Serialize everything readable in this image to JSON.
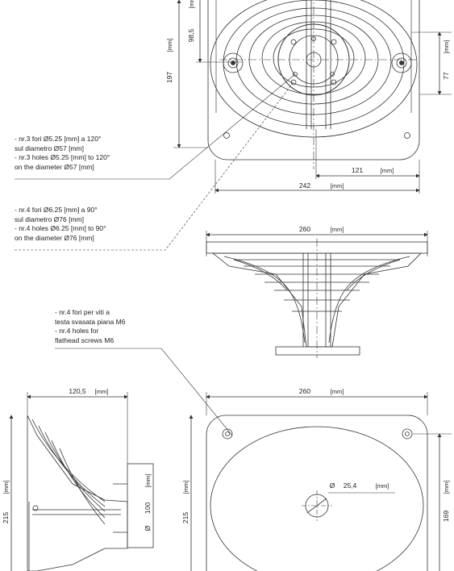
{
  "notes": {
    "holes_57": [
      "- nr.3 fori Ø5.25 [mm] a 120°",
      "sul diametro Ø57 [mm]",
      "- nr.3 holes Ø5.25 [mm] to 120°",
      "on the diameter Ø57 [mm]"
    ],
    "holes_76": [
      "- nr.4 fori Ø6.25 [mm] a 90°",
      "sul diametro Ø76 [mm]",
      "- nr.4 holes Ø6.25 [mm] to 90°",
      "on the diameter Ø76 [mm]"
    ],
    "screws": [
      "- nr.4 fori per viti a",
      "testa svasata piana M6",
      "- nr.4 holes for",
      "flathead screws M6"
    ]
  },
  "dimensions": {
    "unit": "[mm]",
    "top_height": "197",
    "top_inner": "98,5",
    "top_right": "77",
    "top_offset": "121",
    "top_width": "242",
    "side_width": "260",
    "front_depth": "120,5",
    "front_height": "215",
    "front_flange_dia_symbol": "Ø",
    "front_flange_dia": "100",
    "rear_width": "260",
    "rear_height": "215",
    "rear_hole_symbol": "Ø",
    "rear_hole": "25,4",
    "rear_right": "169"
  }
}
